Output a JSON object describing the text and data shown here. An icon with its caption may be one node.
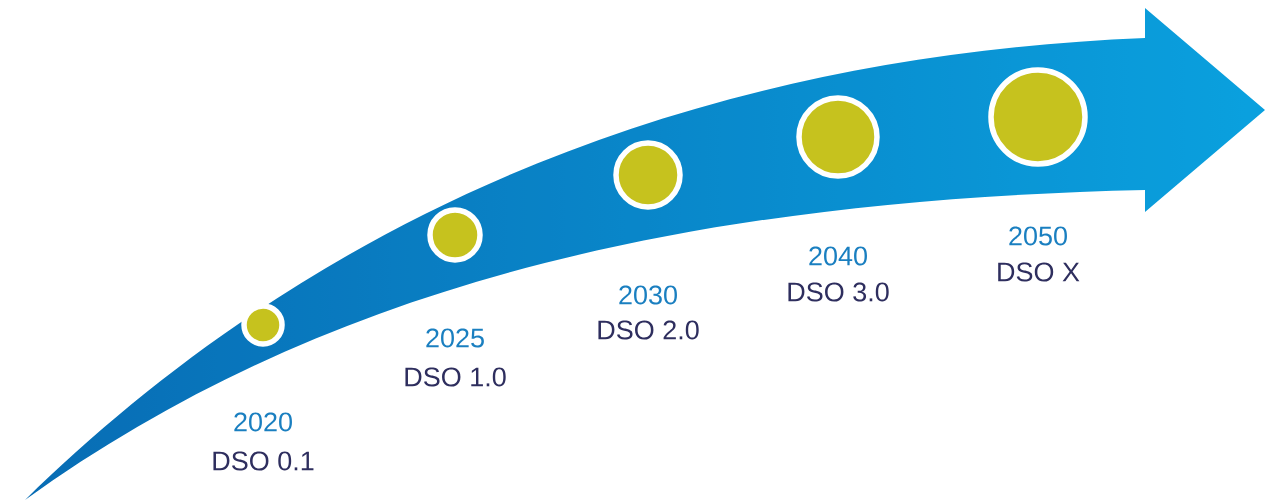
{
  "diagram": {
    "nodes": [
      {
        "text": [],
        "shape": "circle",
        "beside": [
          "2020",
          "DSO 0.1"
        ]
      },
      {
        "text": [],
        "shape": "circle",
        "beside": [
          "2025",
          "DSO 1.0"
        ]
      },
      {
        "text": [],
        "shape": "circle",
        "beside": [
          "2030",
          "DSO 2.0"
        ]
      },
      {
        "text": [],
        "shape": "circle",
        "beside": [
          "2040",
          "DSO 3.0"
        ]
      },
      {
        "text": [],
        "shape": "circle",
        "beside": [
          "2050",
          "DSO X"
        ]
      }
    ]
  }
}
